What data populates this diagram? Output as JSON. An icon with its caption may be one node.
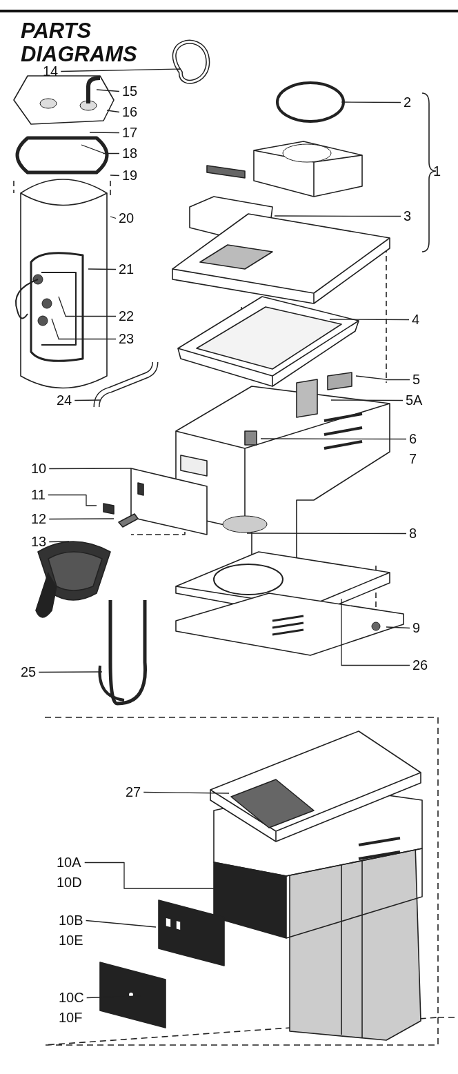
{
  "diagram": {
    "title": "PARTS DIAGRAMS",
    "nodes": [
      {
        "text": [
          "14"
        ]
      },
      {
        "text": [
          "15"
        ]
      },
      {
        "text": [
          "2"
        ]
      },
      {
        "text": [
          "16"
        ]
      },
      {
        "text": [
          "17"
        ]
      },
      {
        "text": [
          "18"
        ]
      },
      {
        "text": [
          "19"
        ]
      },
      {
        "text": [
          "20"
        ]
      },
      {
        "text": [
          "3"
        ]
      },
      {
        "text": [
          "21"
        ]
      },
      {
        "text": [
          "22"
        ]
      },
      {
        "text": [
          "4"
        ]
      },
      {
        "text": [
          "23"
        ]
      },
      {
        "text": [
          "5"
        ]
      },
      {
        "text": [
          "5A"
        ]
      },
      {
        "text": [
          "24"
        ]
      },
      {
        "text": [
          "6",
          "7"
        ]
      },
      {
        "text": [
          "10"
        ]
      },
      {
        "text": [
          "11"
        ]
      },
      {
        "text": [
          "12"
        ]
      },
      {
        "text": [
          "8"
        ]
      },
      {
        "text": [
          "13"
        ]
      },
      {
        "text": [
          "9"
        ]
      },
      {
        "text": [
          "26"
        ]
      },
      {
        "text": [
          "25"
        ]
      },
      {
        "text": [
          "27"
        ]
      },
      {
        "text": [
          "10A",
          "10D"
        ]
      },
      {
        "text": [
          "10B",
          "10E"
        ]
      },
      {
        "text": [
          "10C",
          "10F"
        ]
      }
    ],
    "edges": [
      {
        "from": 0,
        "to": null,
        "arrow": "none"
      },
      {
        "from": 1,
        "to": null,
        "arrow": "none"
      },
      {
        "from": 2,
        "to": null,
        "arrow": "none"
      },
      {
        "from": 3,
        "to": null,
        "arrow": "none"
      },
      {
        "from": 4,
        "to": null,
        "arrow": "none"
      },
      {
        "from": 5,
        "to": null,
        "arrow": "none"
      },
      {
        "from": 6,
        "to": null,
        "arrow": "none"
      },
      {
        "from": 7,
        "to": null,
        "arrow": "none"
      },
      {
        "from": 8,
        "to": null,
        "arrow": "none"
      },
      {
        "from": 9,
        "to": null,
        "arrow": "none"
      },
      {
        "from": 10,
        "to": null,
        "arrow": "none"
      },
      {
        "from": 11,
        "to": null,
        "arrow": "none"
      },
      {
        "from": 12,
        "to": null,
        "arrow": "none"
      },
      {
        "from": 13,
        "to": null,
        "arrow": "none"
      },
      {
        "from": 14,
        "to": null,
        "arrow": "none"
      },
      {
        "from": 15,
        "to": null,
        "arrow": "none"
      },
      {
        "from": 16,
        "to": null,
        "arrow": "none"
      },
      {
        "from": 17,
        "to": null,
        "arrow": "none"
      },
      {
        "from": 18,
        "to": null,
        "arrow": "none"
      },
      {
        "from": 19,
        "to": null,
        "arrow": "none"
      },
      {
        "from": 20,
        "to": null,
        "arrow": "none"
      },
      {
        "from": 21,
        "to": null,
        "arrow": "none"
      },
      {
        "from": 22,
        "to": null,
        "arrow": "none"
      },
      {
        "from": 23,
        "to": null,
        "arrow": "none"
      },
      {
        "from": 24,
        "to": null,
        "arrow": "none"
      },
      {
        "from": 25,
        "to": null,
        "arrow": "none"
      },
      {
        "from": 26,
        "to": null,
        "arrow": "none"
      },
      {
        "from": 27,
        "to": null,
        "arrow": "none"
      },
      {
        "from": 28,
        "to": null,
        "arrow": "none"
      }
    ],
    "labels": [
      "1"
    ]
  }
}
